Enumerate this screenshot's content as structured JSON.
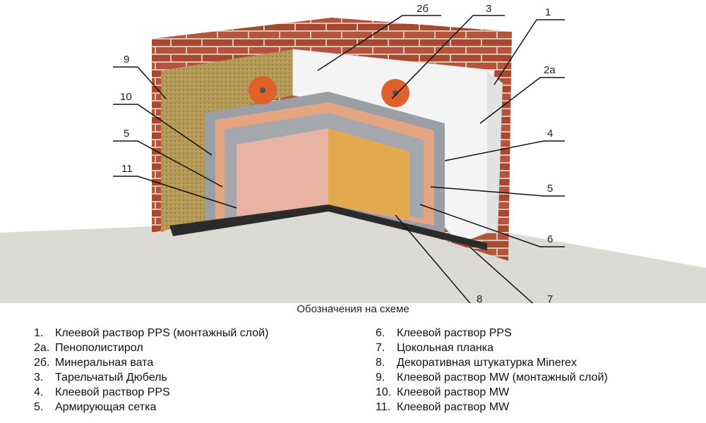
{
  "callouts": [
    "2б",
    "3",
    "1",
    "2а",
    "4",
    "5",
    "6",
    "7",
    "8",
    "9",
    "10",
    "5",
    "11"
  ],
  "caption": "Обозначения на схеме",
  "legend_left": [
    {
      "num": "1.",
      "text": "Клеевой раствор PPS (монтажный слой)"
    },
    {
      "num": "2а.",
      "text": "Пенополистирол"
    },
    {
      "num": "2б.",
      "text": "Минеральная вата"
    },
    {
      "num": "3.",
      "text": "Тарельчатый Дюбель"
    },
    {
      "num": "4.",
      "text": "Клеевой раствор PPS"
    },
    {
      "num": "5.",
      "text": "Армирующая сетка"
    }
  ],
  "legend_right": [
    {
      "num": "6.",
      "text": "Клеевой раствор PPS"
    },
    {
      "num": "7.",
      "text": "Цокольная планка"
    },
    {
      "num": "8.",
      "text": "Декоративная штукатурка Minerex"
    },
    {
      "num": "9.",
      "text": "Клеевой раствор MW  (монтажный слой)"
    },
    {
      "num": "10.",
      "text": "Клеевой раствор MW"
    },
    {
      "num": "11.",
      "text": "Клеевой раствор MW"
    }
  ],
  "colors": {
    "brick": "#b5533c",
    "mortar": "#d9c2b0",
    "wool": "#b59a55",
    "eps": "#f4f4f4",
    "mesh": "#9a9fa6",
    "adhesive": "#e5a582",
    "plaster_pink": "#e8b3a3",
    "plaster_yellow": "#e2a94e",
    "dowel": "#e0602a",
    "floor": "#dcdad5",
    "plinth": "#2b2b2b"
  }
}
